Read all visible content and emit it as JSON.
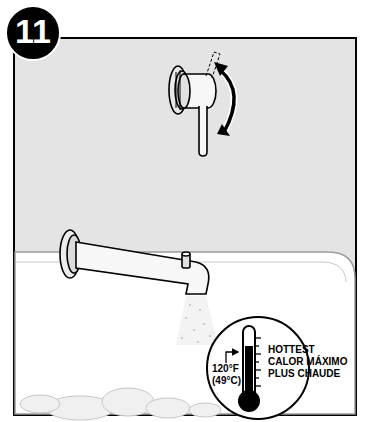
{
  "diagram": {
    "nodes": [
      {
        "text": [
          "11"
        ]
      },
      {
        "text": [
          "120°F (49°C)",
          "HOTTEST CALOR MÁXIMO PLUS CHAUDE"
        ]
      }
    ]
  }
}
